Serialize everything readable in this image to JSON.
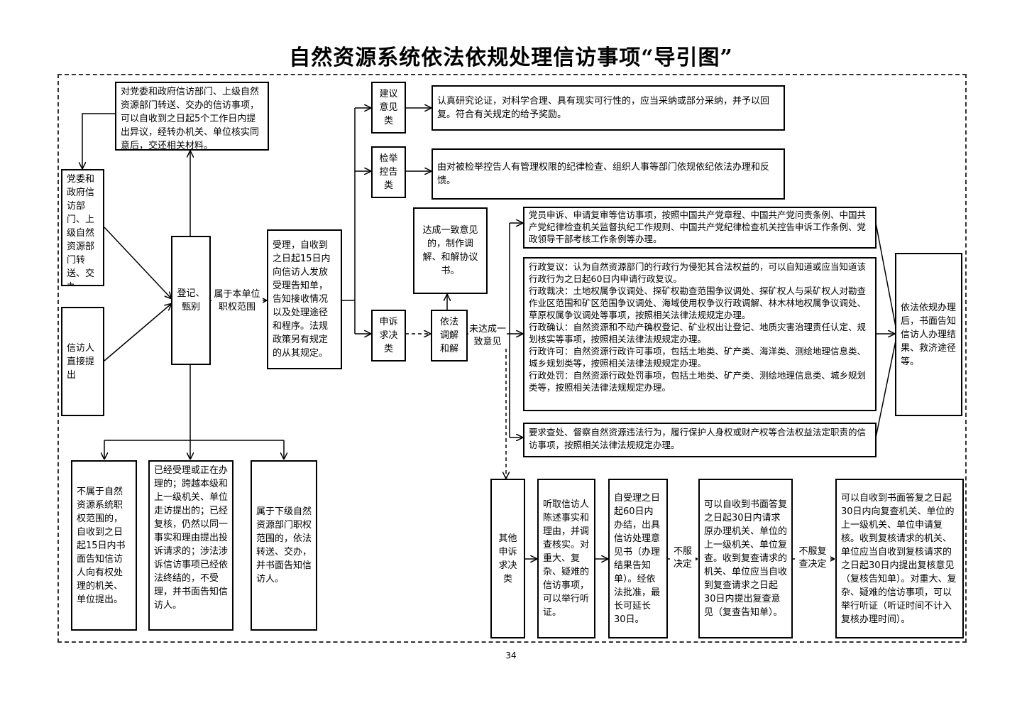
{
  "title": "自然资源系统依法依规处理信访事项“导引图”",
  "page_number": "34",
  "boxes": {
    "objection": "对党委和政府信访部门、上级自然资源部门转送、交办的信访事项，可以自收到之日起5个工作日内提出异议，经转办机关、单位核实同意后，交还相关材料。",
    "party_transfer": "党委和政府信访部门、上级自然资源部门转送、交办",
    "direct": "信访人直接提出",
    "register": "登记、甄别",
    "accept": "受理，自收到之日起15日内向信访人发放受理告知单，告知接收情况以及处理途径和程序。法规政策另有规定的从其规定。",
    "suggestion": "建议意见类",
    "suggestion_detail": "认真研究论证，对科学合理、具有现实可行性的，应当采纳或部分采纳，并予以回复。符合有关规定的给予奖励。",
    "report": "检举控告类",
    "report_detail": "由对被检举控告人有管理权限的纪律检查、组织人事等部门依规依纪依法办理和反馈。",
    "agreement": "达成一致意见的，制作调解、和解协议书。",
    "appeal": "申诉求决类",
    "mediation": "依法调解和解",
    "party_member": "党员申诉、申请复审等信访事项，按照中国共产党章程、中国共产党问责条例、中国共产党纪律检查机关监督执纪工作规则、中国共产党纪律检查机关控告申诉工作条例、党政领导干部考核工作条例等办理。",
    "admin": "行政复议：认为自然资源部门的行政行为侵犯其合法权益的，可以自知道或应当知道该行政行为之日起60日内申请行政复议。\n行政裁决：土地权属争议调处、探矿权勘查范围争议调处、探矿权人与采矿权人对勘查作业区范围和矿区范围争议调处、海域使用权争议行政调解、林木林地权属争议调处、草原权属争议调处等事项，按照相关法律法规规定办理。\n行政确认：自然资源和不动产确权登记、矿业权出让登记、地质灾害治理责任认定、规划核实等事项，按照相关法律法规规定办理。\n行政许可：自然资源行政许可事项，包括土地类、矿产类、海洋类、测绘地理信息类、城乡规划类等，按照相关法律法规规定办理。\n行政处罚：自然资源行政处罚事项，包括土地类、矿产类、测绘地理信息类、城乡规划类等，按照相关法律法规规定办理。",
    "investigate": "要求查处、督察自然资源违法行为，履行保护人身权或财产权等合法权益法定职责的信访事项，按照相关法律法规规定办理。",
    "result": "依法依规办理后，书面告知信访人办理结果、救济途径等。",
    "not_scope": "不属于自然资源系统职权范围的，自收到之日起15日内书面告知信访人向有权处理的机关、单位提出。",
    "rejected": "已经受理或正在办理的；跨越本级和上一级机关、单位走访提出的；已经复核，仍然以同一事实和理由提出投诉请求的；涉法涉诉信访事项已经依法终结的，不受理，并书面告知信访人。",
    "lower_level": "属于下级自然资源部门职权范围的，依法转送、交办，并书面告知信访人。",
    "other_appeal": "其他申诉求决类",
    "hearing": "听取信访人陈述事实和理由，并调查核实。对重大、复杂、疑难的信访事项，可以举行听证。",
    "sixty_days": "自受理之日起60日内办结，出具信访处理意见书（办理结果告知单）。经依法批准，最长可延长30日。",
    "review": "可以自收到书面答复之日起30日内请求原办理机关、单位的上一级机关、单位复查。收到复查请求的机关、单位应当自收到复查请求之日起30日内提出复查意见（复查告知单）。",
    "recheck": "可以自收到书面答复之日起30日内向复查机关、单位的上一级机关、单位申请复核。收到复核请求的机关、单位应当自收到复核请求的之日起30日内提出复核意见（复核告知单）。对重大、复杂、疑难的信访事项，可以举行听证（听证时间不计入复核办理时间）。"
  },
  "labels": {
    "in_scope": "属于本单位职权范围",
    "no_agreement": "未达成一致意见",
    "disagree_1": "不服决定",
    "disagree_2": "不服复查决定"
  }
}
